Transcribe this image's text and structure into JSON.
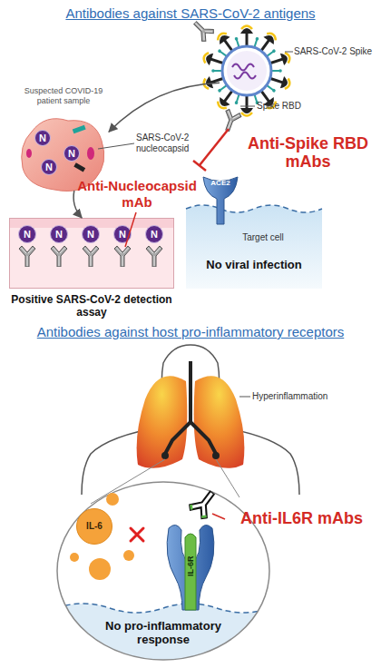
{
  "diagram": {
    "nodes": [
      {
        "text": [
          "SARS-CoV-2 Spike"
        ]
      },
      {
        "text": [
          "Suspected COVID-19 patient sample"
        ]
      },
      {
        "text": [
          "N"
        ],
        "in": 1
      },
      {
        "text": [
          "N"
        ],
        "in": 1
      },
      {
        "text": [
          "N"
        ],
        "in": 1
      },
      {
        "text": [
          "Positive SARS-CoV-2 detection assay"
        ]
      },
      {
        "text": [
          "N"
        ],
        "in": 5
      },
      {
        "text": [
          "N"
        ],
        "in": 5
      },
      {
        "text": [
          "N"
        ],
        "in": 5
      },
      {
        "text": [
          "N"
        ],
        "in": 5
      },
      {
        "text": [
          "N"
        ],
        "in": 5
      },
      {
        "text": [
          "Target cell",
          "No viral infection"
        ]
      },
      {
        "text": [
          "ACE2"
        ],
        "in": 11
      },
      {
        "text": [
          "No pro-inflammatory response"
        ]
      },
      {
        "text": [
          "IL-6"
        ],
        "in": 13
      },
      {
        "text": [
          "IL-6R"
        ],
        "in": 13
      }
    ],
    "edges": [
      {
        "from": 0,
        "to": 1,
        "arrow": "to"
      },
      {
        "from": 1,
        "to": 5,
        "arrow": "to"
      }
    ],
    "labels": [
      "Antibodies against SARS-CoV-2 antigens",
      "Spike RBD",
      "SARS-CoV-2 nucleocapsid",
      "Anti-Spike RBD mAbs",
      "Anti-Nucleocapsid mAb",
      "Antibodies against host pro-inflammatory receptors",
      "Hyperinflammation",
      "Anti-IL6R mAbs"
    ]
  }
}
